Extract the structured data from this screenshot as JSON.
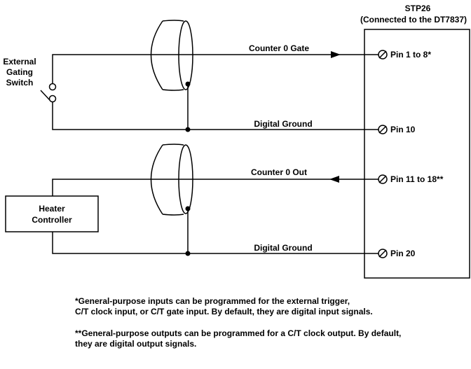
{
  "terminal_board": {
    "title": "STP26",
    "subtitle": "(Connected to the DT7837)",
    "pins": [
      "Pin 1 to 8*",
      "Pin 10",
      "Pin 11 to 18**",
      "Pin 20"
    ]
  },
  "external_switch": {
    "line1": "External",
    "line2": "Gating",
    "line3": "Switch"
  },
  "heater": {
    "line1": "Heater",
    "line2": "Controller"
  },
  "signals": {
    "counter_gate": "Counter 0 Gate",
    "ground_1": "Digital  Ground",
    "counter_out": "Counter 0 Out",
    "ground_2": "Digital  Ground"
  },
  "footnotes": {
    "note1_line1": "*General-purpose inputs can be programmed for the external trigger,",
    "note1_line2": "C/T clock input, or C/T gate input. By default, they are digital input signals.",
    "note2_line1": "**General-purpose outputs can be programmed for a C/T clock output. By default,",
    "note2_line2": "they are digital output signals."
  }
}
